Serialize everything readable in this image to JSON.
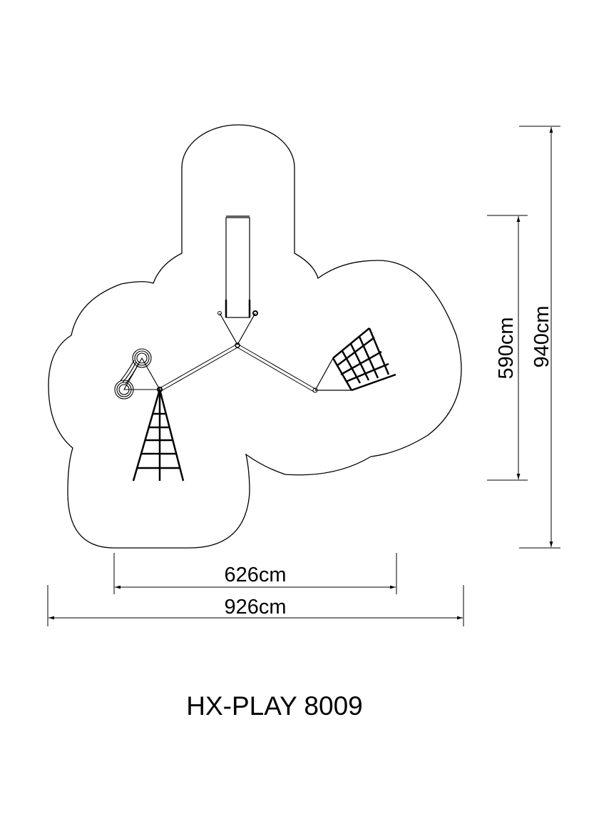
{
  "drawing": {
    "title": "HX-PLAY 8009",
    "dimensions": {
      "inner_width": "626cm",
      "outer_width": "926cm",
      "inner_height": "590cm",
      "outer_height": "940cm"
    }
  }
}
